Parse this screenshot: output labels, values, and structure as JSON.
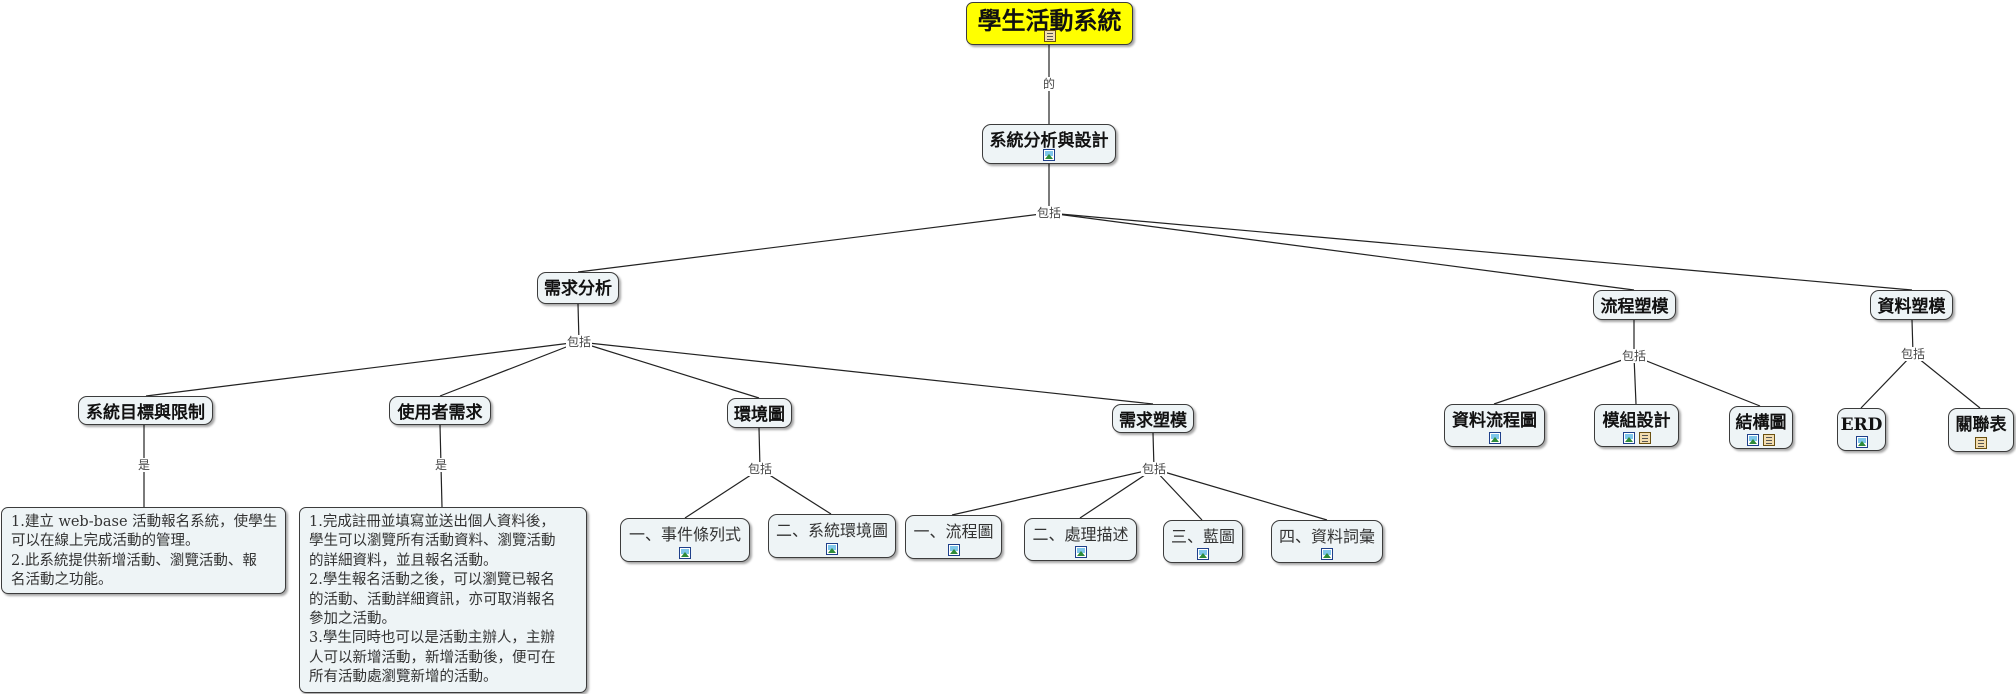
{
  "map": {
    "root": "學生活動系統",
    "link_root_main": "的",
    "main": "系統分析與設計",
    "link_main_children": "包括",
    "requirements": {
      "title": "需求分析",
      "link": "包括",
      "goals": {
        "title": "系統目標與限制",
        "link": "是",
        "text": [
          "1.建立 web-base 活動報名系統，使學生",
          "可以在線上完成活動的管理。",
          "2.此系統提供新增活動、瀏覽活動、報",
          "名活動之功能。"
        ]
      },
      "user_needs": {
        "title": "使用者需求",
        "link": "是",
        "text": [
          "1.完成註冊並填寫並送出個人資料後，",
          "學生可以瀏覽所有活動資料、瀏覽活動",
          "的詳細資料，並且報名活動。",
          "2.學生報名活動之後，可以瀏覽已報名",
          "的活動、活動詳細資訊，亦可取消報名",
          "參加之活動。",
          "3.學生同時也可以是活動主辦人，主辦",
          "人可以新增活動，新增活動後，便可在",
          "所有活動處瀏覽新增的活動。"
        ]
      },
      "env": {
        "title": "環境圖",
        "link": "包括",
        "children": [
          "一、事件條列式",
          "二、系統環境圖"
        ]
      },
      "modeling": {
        "title": "需求塑模",
        "link": "包括",
        "children": [
          "一、流程圖",
          "二、處理描述",
          "三、藍圖",
          "四、資料詞彙"
        ]
      }
    },
    "process": {
      "title": "流程塑模",
      "link": "包括",
      "children": [
        "資料流程圖",
        "模組設計",
        "結構圖"
      ]
    },
    "data": {
      "title": "資料塑模",
      "link": "包括",
      "children": [
        "ERD",
        "關聯表"
      ]
    }
  },
  "colors": {
    "root_fill": "#ffff00",
    "node_fill": "#eef4f6",
    "border": "#3c3c3c",
    "line": "#222222",
    "icon_border": "#1e3f8a"
  },
  "icons": {
    "root": [
      "document-icon"
    ],
    "main": [
      "image-icon"
    ],
    "env_children": [
      "image-icon"
    ],
    "modeling_children": [
      "image-icon"
    ],
    "process_children": [
      [
        "image-icon"
      ],
      [
        "image-icon",
        "document-icon"
      ],
      [
        "image-icon",
        "document-icon"
      ]
    ],
    "data_children": [
      [
        "image-icon"
      ],
      [
        "document-icon"
      ]
    ]
  }
}
